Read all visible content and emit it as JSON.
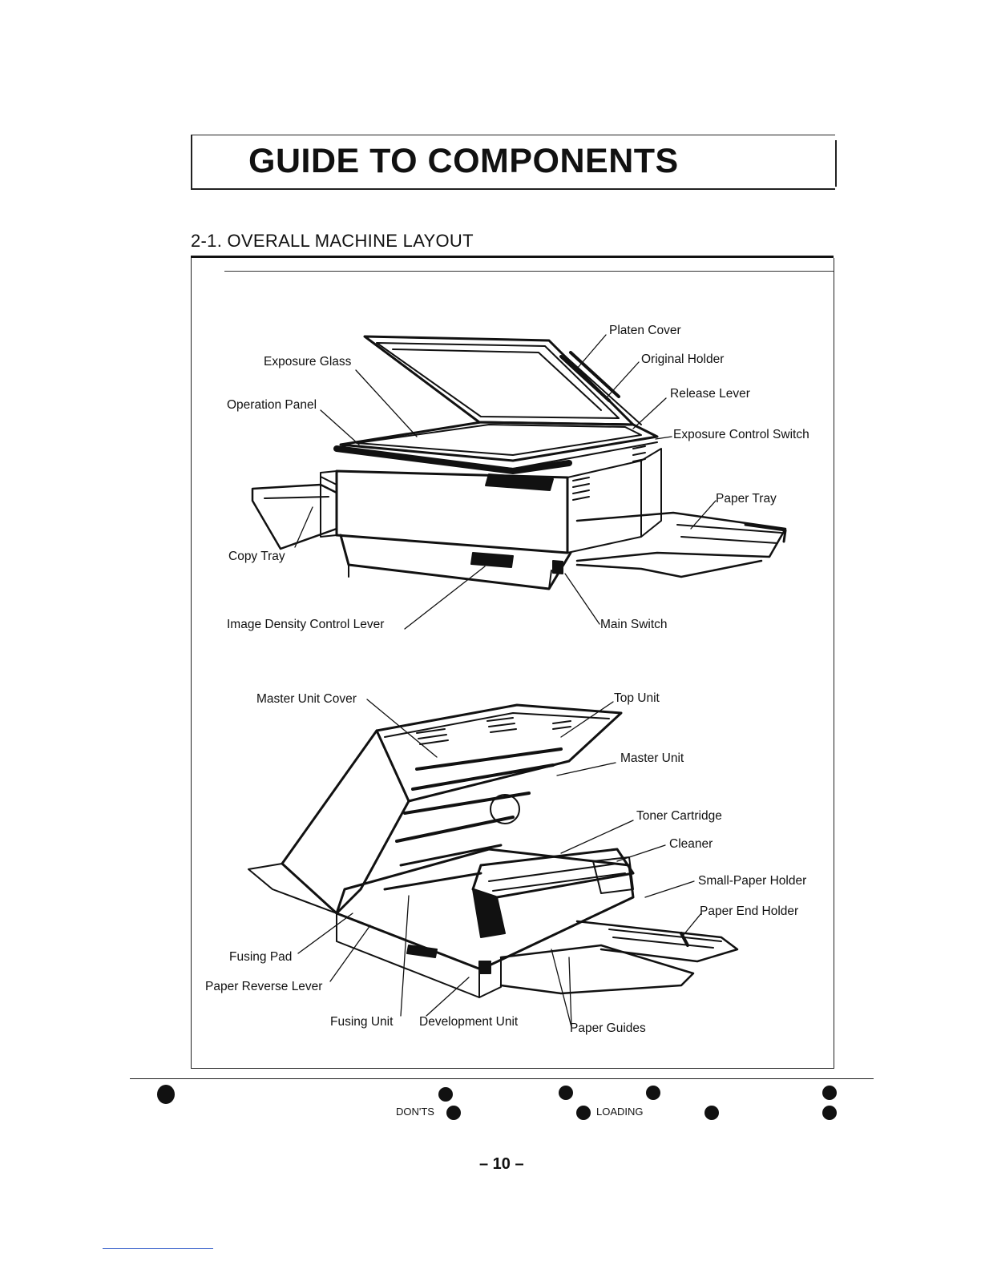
{
  "page": {
    "title": "GUIDE TO COMPONENTS",
    "section": "2-1. OVERALL MACHINE LAYOUT",
    "page_number": "– 10 –"
  },
  "labels_top": {
    "platen_cover": "Platen Cover",
    "exposure_glass": "Exposure Glass",
    "original_holder": "Original Holder",
    "release_lever": "Release Lever",
    "operation_panel": "Operation Panel",
    "exposure_control_switch": "Exposure Control Switch",
    "paper_tray": "Paper Tray",
    "copy_tray": "Copy Tray",
    "image_density_control_lever": "Image Density Control Lever",
    "main_switch": "Main Switch"
  },
  "labels_bottom": {
    "master_unit_cover": "Master Unit Cover",
    "top_unit": "Top Unit",
    "master_unit": "Master Unit",
    "toner_cartridge": "Toner Cartridge",
    "cleaner": "Cleaner",
    "small_paper_holder": "Small-Paper Holder",
    "paper_end_holder": "Paper End Holder",
    "fusing_pad": "Fusing Pad",
    "paper_reverse_lever": "Paper Reverse Lever",
    "fusing_unit": "Fusing Unit",
    "development_unit": "Development Unit",
    "paper_guides": "Paper Guides"
  },
  "nav": {
    "donts": "DON'TS",
    "loading": "LOADING"
  },
  "colors": {
    "ink": "#111111",
    "paper": "#ffffff",
    "footer_link": "#4a6fd0"
  }
}
